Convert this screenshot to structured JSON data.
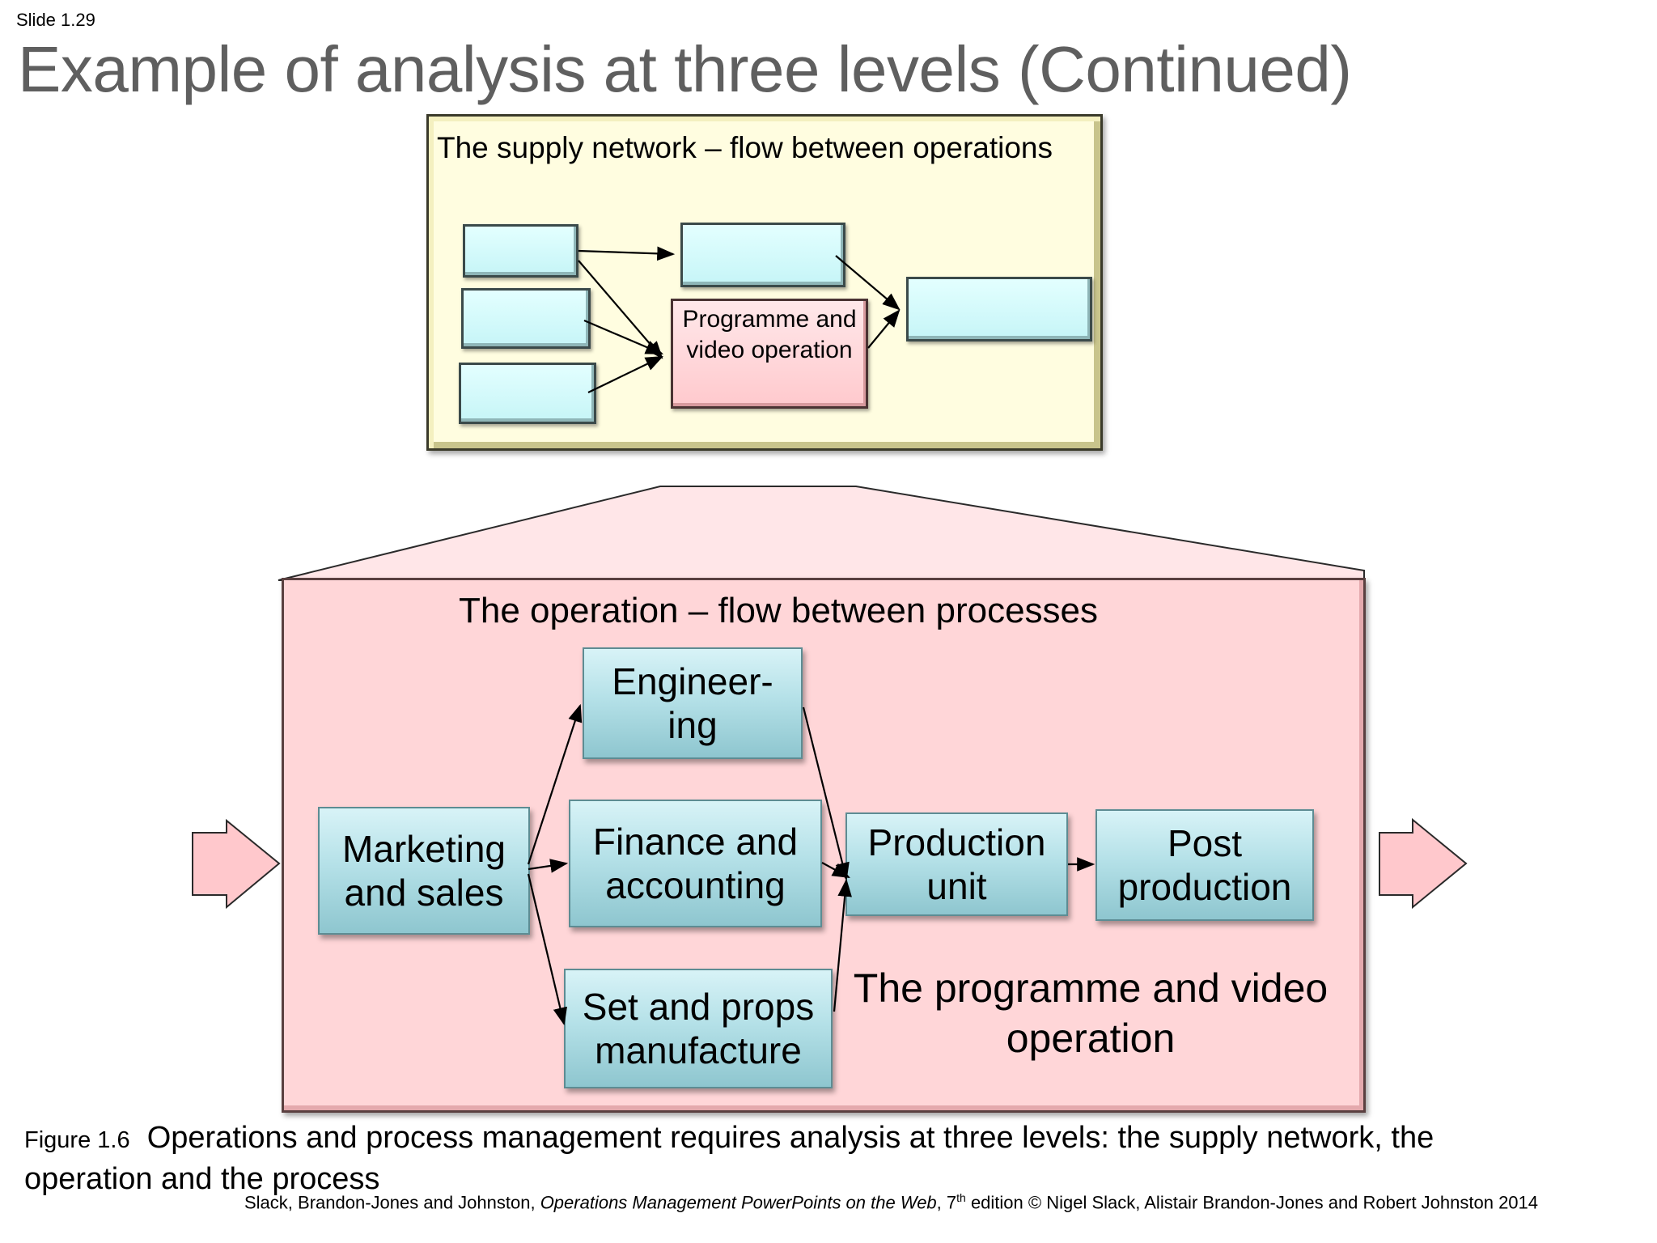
{
  "slide_number": "Slide 1.29",
  "title": "Example of analysis at three levels (Continued)",
  "supply_network": {
    "title": "The supply network – flow between operations",
    "center_box": "Programme and video operation",
    "center_box_lines": [
      "Programme and",
      "video operation"
    ]
  },
  "operation": {
    "title": "The operation – flow between processes",
    "processes": {
      "marketing": [
        "Marketing",
        "and sales"
      ],
      "engineering": [
        "Engineer-",
        "ing"
      ],
      "finance": [
        "Finance and",
        "accounting"
      ],
      "set_props": [
        "Set and props",
        "manufacture"
      ],
      "production": [
        "Production",
        "unit"
      ],
      "post": [
        "Post",
        "production"
      ]
    },
    "label": [
      "The programme and video",
      "operation"
    ]
  },
  "caption": {
    "figure_label": "Figure 1.6",
    "text": "Operations and process management requires analysis at three levels: the supply network, the operation and the process"
  },
  "credit": {
    "authors": "Slack, Brandon-Jones and Johnston, ",
    "book": "Operations Management PowerPoints on the Web",
    "edition_pre": ", 7",
    "edition_sup": "th",
    "rest": " edition © Nigel Slack, Alistair Brandon-Jones and Robert Johnston 2014"
  },
  "colors": {
    "title": "#5f5f5f",
    "network_panel": "#fffde0",
    "operation_panel": "#ffd6d8",
    "network_box": "#d2fbfc",
    "process_box": "#b5e1e8",
    "arrow_fill": "#ffc8cc"
  }
}
